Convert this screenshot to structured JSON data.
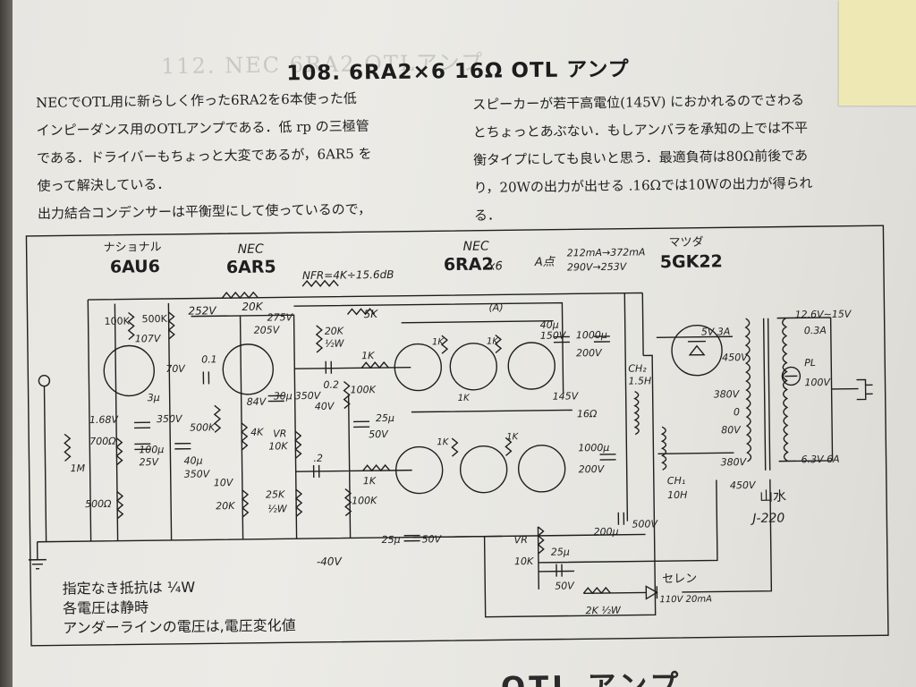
{
  "header": {
    "title": "108. 6RA2×6 16Ω OTL アンプ",
    "ghost_title": "112. NEC 6RA2 OTLアンプ"
  },
  "body_text": {
    "left": [
      "NECでOTL用に新らしく作った6RA2を6本使った低",
      "インピーダンス用のOTLアンプである．低 rp の三極管",
      "である．ドライバーもちょっと大変であるが，6AR5 を",
      "使って解決している．",
      "出力結合コンデンサーは平衡型にして使っているので，"
    ],
    "right": [
      "スピーカーが若干高電位(145V) におかれるのでさわる",
      "とちょっとあぶない．もしアンバラを承知の上では不平",
      "衡タイプにしても良いと思う．最適負荷は80Ω前後であ",
      "り，20Wの出力が出せる .16Ωでは10Wの出力が得られ",
      "る．"
    ]
  },
  "schematic": {
    "tubes": {
      "v1_maker": "ナショナル",
      "v1_type": "6AU6",
      "v2_maker": "NEC",
      "v2_type": "6AR5",
      "v3_maker": "NEC",
      "v3_type": "6RA2",
      "v3_count": "x6",
      "rect_maker": "マツダ",
      "rect_type": "5GK22"
    },
    "a_point": {
      "label": "A点",
      "current": "212mA→372mA",
      "voltage": "290V→253V"
    },
    "labels": {
      "nfr": "NFR=4K÷15.6dB",
      "r_100k_a": "100K",
      "r_500k_a": "500K",
      "v_107": "107V",
      "v_252": "252V",
      "r_20k_fb": "20K",
      "v_275": "275V",
      "v_205": "205V",
      "r_5k": "5K",
      "r_20k_half": "20K",
      "w_half": "½W",
      "a_mark": "(A)",
      "c_40u": "40μ",
      "v_150": "150V",
      "c_1000_a": "1000μ",
      "v_200_a": "200V",
      "c_01": "0.1",
      "v_70": "70V",
      "c_3u": "3μ",
      "v_350": "350V",
      "v_168": "1.68V",
      "r_700": "700Ω",
      "r_1m": "1M",
      "c_100u": "100μ",
      "v_25": "25V",
      "c_40u_b": "40μ",
      "v_350_b": "350V",
      "r_500_ohm": "500Ω",
      "r_500k_b": "500K",
      "v_84": "84V",
      "c_30u": "30μ",
      "v_350_c": "350V",
      "c_02_a": "0.2",
      "r_1k_a": "1K",
      "r_100k_b": "100K",
      "v_neg40": "40V",
      "c_25u_a": "25μ",
      "v_50_a": "50V",
      "r_4k": "4K",
      "vr_10k": "VR",
      "r_10k": "10K",
      "c_02_b": ".2",
      "r_1k_b": "1K",
      "r_100k_c": "100K",
      "r_1k_c": "1K",
      "r_1k_d": "1K",
      "r_1k_e": "1K",
      "r_1k_f": "1K",
      "r_1k_g": "1K",
      "v_145": "145V",
      "spk_16": "16Ω",
      "ch2": "CH₂",
      "ch2_h": "1.5H",
      "ch1": "CH₁",
      "ch1_h": "10H",
      "c_1000_b": "1000μ",
      "v_200_b": "200V",
      "v_10": "10V",
      "r_20k_b": "20K",
      "r_25k": "25K",
      "w_half_b": "½W",
      "c_25u_b": "25μ",
      "v_50_b": "50V",
      "v_neg40_b": "-40V",
      "vr_b": "VR",
      "r_10k_b": "10K",
      "c_25u_c": "25μ",
      "v_50_c": "50V",
      "c_200u": "200μ",
      "v_500": "500V",
      "r_2k": "2K ½W",
      "selen": "セレン",
      "selen_rating": "110V 20mA",
      "v_5v3a": "5V 3A",
      "v_126": "12.6V~15V",
      "a_03": "0.3A",
      "v_450_a": "450V",
      "v_380_a": "380V",
      "v_0": "0",
      "v_80": "80V",
      "v_380_b": "380V",
      "v_450_b": "450V",
      "pl": "PL",
      "pl_v": "100V",
      "v_63": "6.3V 6A",
      "xfmr_maker": "山水",
      "xfmr_type": "J-220"
    }
  },
  "notes": [
    "指定なき抵抗は ¼W",
    "各電圧は静時",
    "アンダーラインの電圧は,電圧変化値"
  ],
  "footer_ghost": "OTL アンプ"
}
